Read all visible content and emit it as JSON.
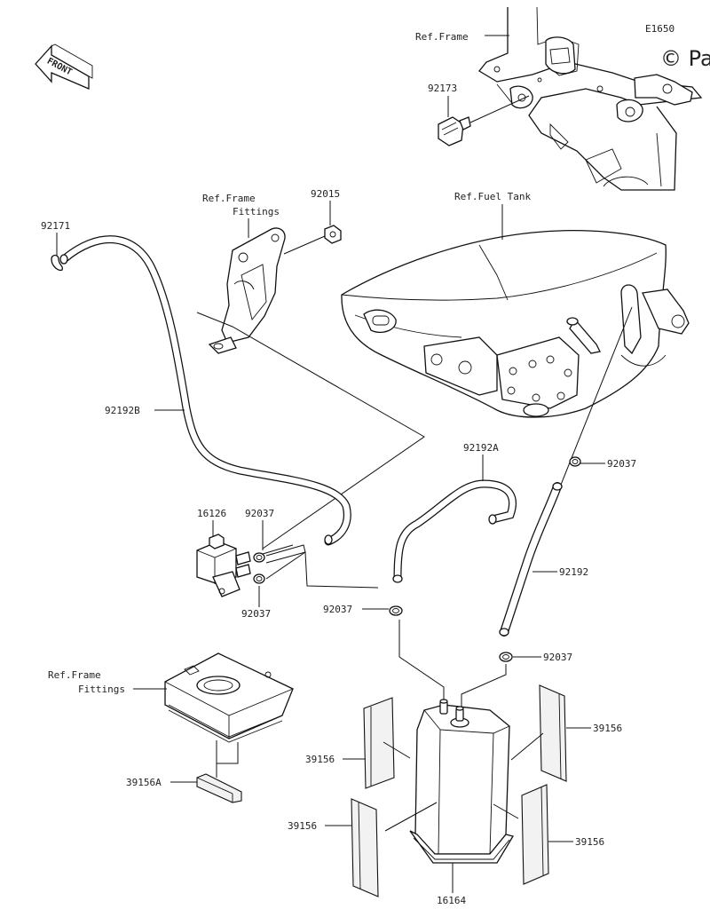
{
  "diagram_code": "E1650",
  "watermark": "© Pa",
  "front_label": "FRONT",
  "labels": {
    "ref_frame": "Ref.Frame",
    "p92173": "92173",
    "ref_frame_fittings_top_1": "Ref.Frame",
    "ref_frame_fittings_top_2": "Fittings",
    "p92015": "92015",
    "ref_fuel_tank": "Ref.Fuel Tank",
    "p92171": "92171",
    "p92192B": "92192B",
    "p92192A": "92192A",
    "p92037_right": "92037",
    "p16126": "16126",
    "p92037_valve_top": "92037",
    "p92037_valve_bottom": "92037",
    "p92192": "92192",
    "p92037_mid": "92037",
    "p92037_canister_right": "92037",
    "ref_frame_fittings_bottom_1": "Ref.Frame",
    "ref_frame_fittings_bottom_2": "Fittings",
    "p39156_upper_right": "39156",
    "p39156_upper_left": "39156",
    "p39156A": "39156A",
    "p39156_lower_left": "39156",
    "p39156_lower_right": "39156",
    "p16164": "16164"
  }
}
